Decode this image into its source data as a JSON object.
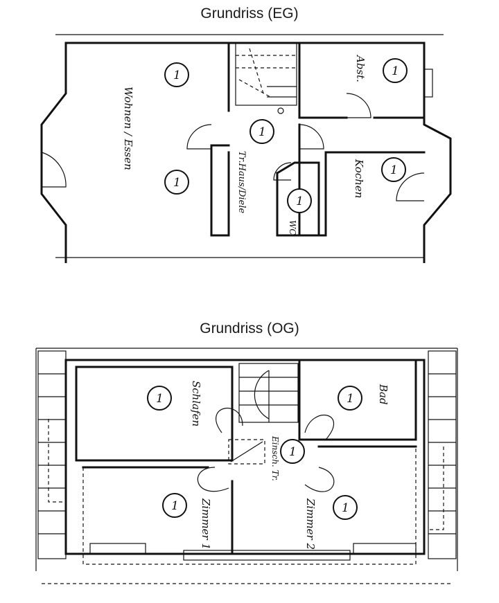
{
  "floors": [
    {
      "title": "Grundriss (EG)",
      "rooms": [
        {
          "label": "Wohnen / Essen",
          "marker": "1"
        },
        {
          "label": "Wohnen / Essen",
          "marker": "1"
        },
        {
          "label": "Abst.",
          "marker": "1"
        },
        {
          "label": "Tr.Haus/Diele",
          "marker": "1"
        },
        {
          "label": "Kochen",
          "marker": "1"
        },
        {
          "label": "WC",
          "marker": "1"
        }
      ]
    },
    {
      "title": "Grundriss (OG)",
      "rooms": [
        {
          "label": "Schlafen",
          "marker": "1"
        },
        {
          "label": "Bad",
          "marker": "1"
        },
        {
          "label": "Einsch. Tr.",
          "marker": "1"
        },
        {
          "label": "Zimmer 1",
          "marker": "1"
        },
        {
          "label": "Zimmer 2",
          "marker": "1"
        }
      ]
    }
  ]
}
